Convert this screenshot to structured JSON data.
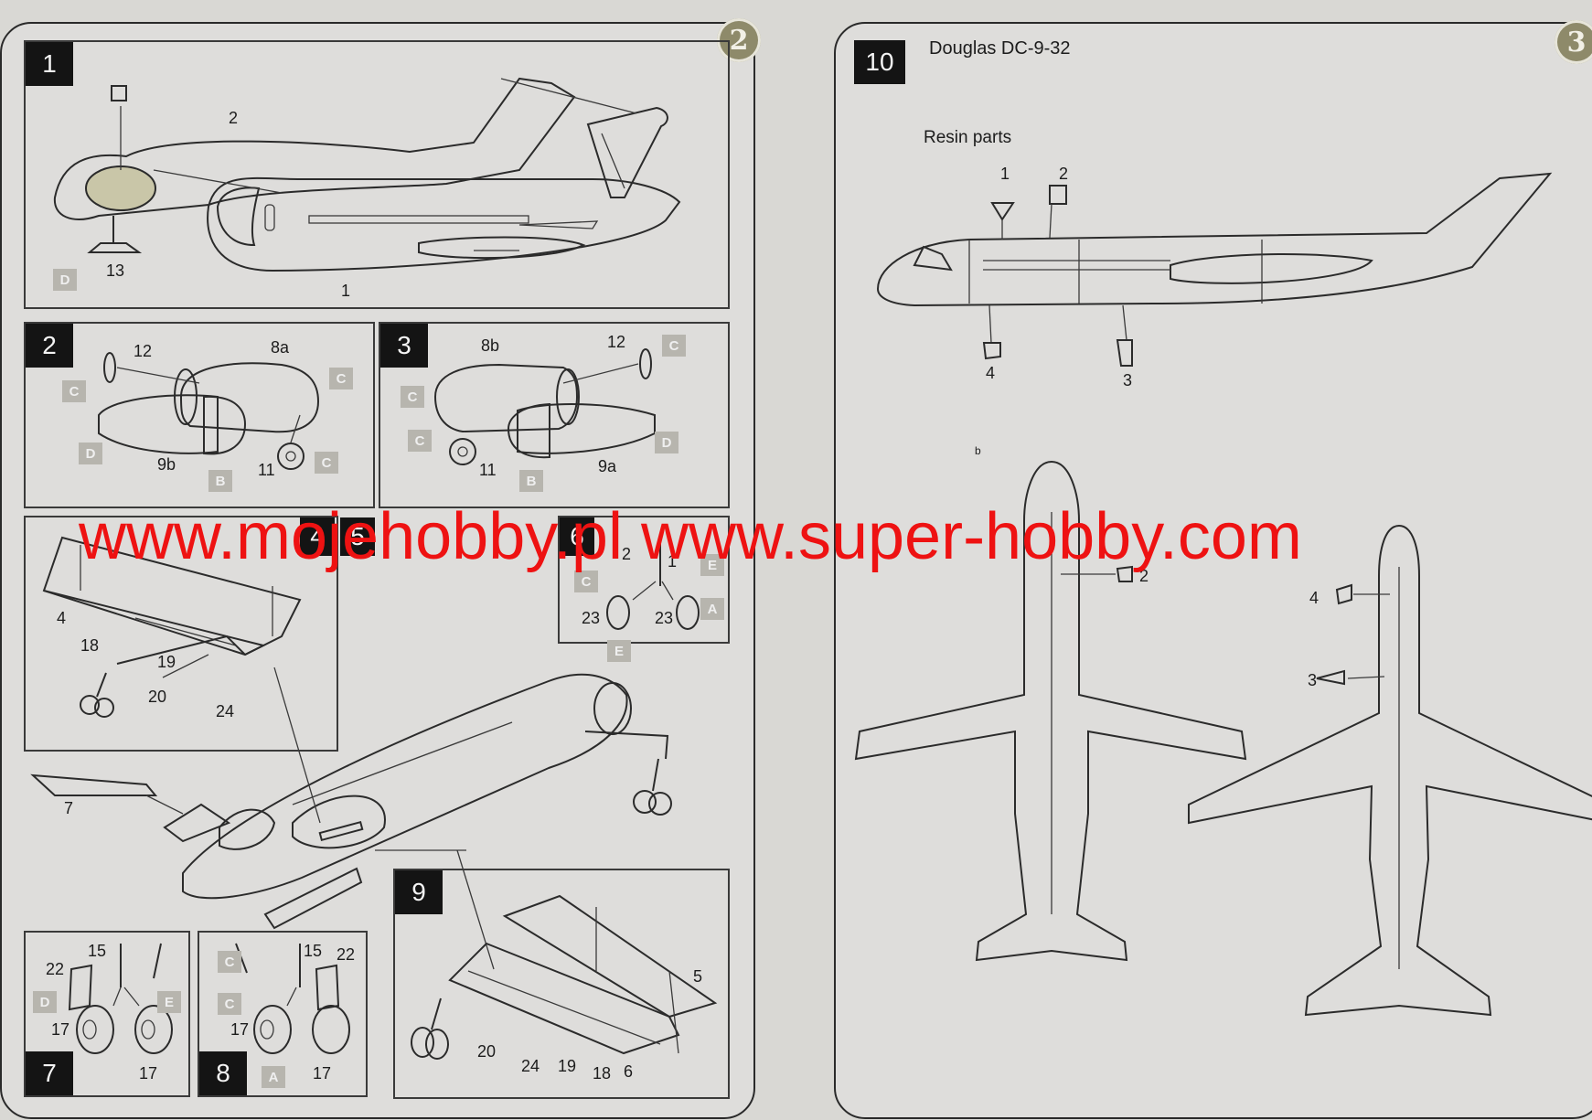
{
  "page_badges": {
    "left": "2",
    "right": "3"
  },
  "steps": [
    {
      "num": "1",
      "labels": [
        "2",
        "13",
        "1"
      ],
      "tags": [
        "D"
      ]
    },
    {
      "num": "2",
      "labels": [
        "12",
        "8a",
        "9b",
        "11"
      ],
      "tags": [
        "C",
        "C",
        "D",
        "B",
        "C"
      ]
    },
    {
      "num": "3",
      "labels": [
        "8b",
        "12",
        "11",
        "9a"
      ],
      "tags": [
        "C",
        "C",
        "C",
        "B",
        "D"
      ]
    },
    {
      "num": "4",
      "labels": [
        "4",
        "18",
        "19",
        "20",
        "24"
      ]
    },
    {
      "num": "5"
    },
    {
      "num": "6",
      "labels": [
        "2",
        "1",
        "23",
        "23"
      ],
      "tags": [
        "C",
        "E",
        "A",
        "E"
      ]
    },
    {
      "num": "7",
      "labels": [
        "15",
        "22",
        "17",
        "17"
      ],
      "tags": [
        "D",
        "E"
      ]
    },
    {
      "num": "8",
      "labels": [
        "15",
        "22",
        "17",
        "17"
      ],
      "tags": [
        "C",
        "C",
        "A"
      ]
    },
    {
      "num": "9",
      "labels": [
        "5",
        "20",
        "24",
        "19",
        "18",
        "6"
      ]
    },
    {
      "num": "10",
      "title": "Douglas DC-9-32",
      "subtitle": "Resin parts",
      "labels": [
        "1",
        "2",
        "4",
        "3",
        "b",
        "2",
        "4",
        "3"
      ]
    }
  ],
  "main_fuselage_label": "7",
  "watermark": "www.mojehobby.pl www.super-hobby.com"
}
